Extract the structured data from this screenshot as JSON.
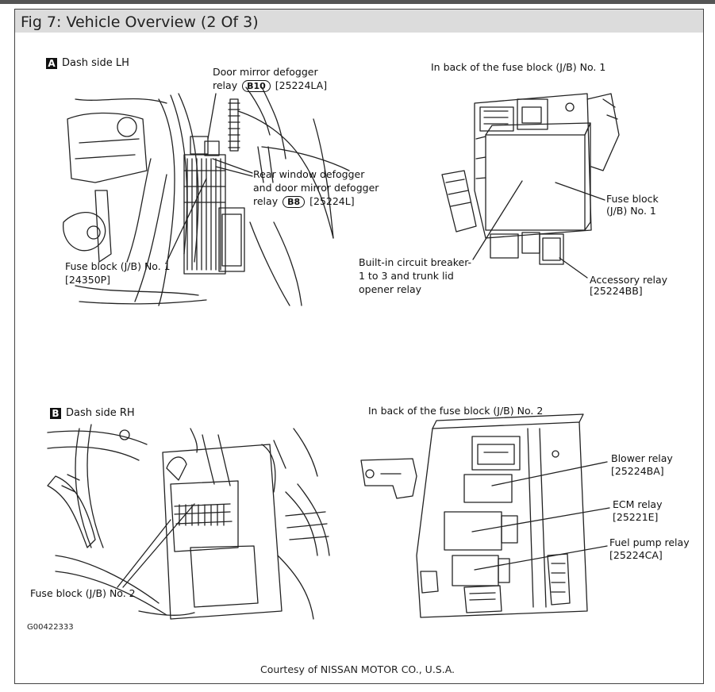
{
  "figure": {
    "title": "Fig 7: Vehicle Overview (2 Of 3)",
    "credit": "Courtesy of NISSAN MOTOR CO., U.S.A.",
    "code": "G00422333"
  },
  "panel_a": {
    "badge": "A",
    "heading": "Dash side LH",
    "door_mirror_line1": "Door mirror defogger",
    "door_mirror_line2_prefix": "relay",
    "door_mirror_tag": "B10",
    "door_mirror_part": "[25224LA]",
    "rear_window_line1": "Rear window defogger",
    "rear_window_line2": "and door mirror defogger",
    "rear_window_line3_prefix": "relay",
    "rear_window_tag": "B8",
    "rear_window_part": "[25224L]",
    "fuse_block_line1": "Fuse block (J/B) No. 1",
    "fuse_block_line2": "[24350P]"
  },
  "panel_a_back": {
    "heading": "In back of the fuse block (J/B) No. 1",
    "fuse_block_line1": "Fuse block",
    "fuse_block_line2": "(J/B) No. 1",
    "breaker_line1": "Built-in circuit breaker-",
    "breaker_line2": "1 to 3 and trunk lid",
    "breaker_line3": "opener relay",
    "accessory_line1": "Accessory relay",
    "accessory_line2": "[25224BB]"
  },
  "panel_b": {
    "badge": "B",
    "heading": "Dash side RH",
    "fuse_block": "Fuse block (J/B) No. 2"
  },
  "panel_b_back": {
    "heading": "In back of the fuse block (J/B) No. 2",
    "blower_line1": "Blower relay",
    "blower_line2": "[25224BA]",
    "ecm_line1": "ECM relay",
    "ecm_line2": "[25221E]",
    "fuel_line1": "Fuel pump relay",
    "fuel_line2": "[25224CA]"
  }
}
